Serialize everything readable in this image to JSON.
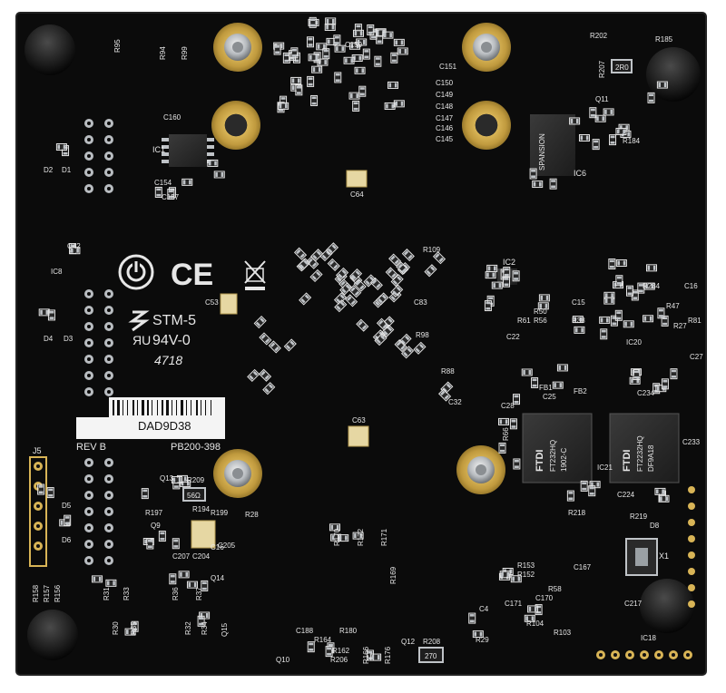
{
  "board": {
    "color": "#0b0b0b",
    "silk_color": "#e6e6e6",
    "pad_color": "#c9a64a",
    "solder_color": "#bfc3c7"
  },
  "markings": {
    "stm_text": "STM-5",
    "ul_text": "94V-0",
    "date_code": "4718",
    "ce": "CE",
    "rev": "REV B",
    "pcb_id": "PB200-398",
    "barcode_id": "DAD9D38",
    "j5": "J5"
  },
  "chips": {
    "spansion": "SPANSION",
    "ftdi1": "FTDI",
    "ftdi2": "FTDI",
    "ftdi1_part": "FT232HQ",
    "ftdi2_part": "FT2232HQ",
    "ftdi1_code": "1902-C",
    "ftdi2_code": "DF9A18",
    "ic1": "IC1",
    "ic2": "IC2",
    "ic6": "IC6",
    "ic8": "IC8",
    "ic18": "IC18",
    "ic20": "IC20",
    "ic21": "IC21"
  },
  "labels": {
    "r95": "R95",
    "r94": "R94",
    "r99": "R99",
    "c160": "C160",
    "c159": "C159",
    "c151": "C151",
    "c150": "C150",
    "c149": "C149",
    "c148": "C148",
    "c147": "C147",
    "c146": "C146",
    "c145": "C145",
    "c154": "C154",
    "c157": "C157",
    "c64": "C64",
    "c53": "C53",
    "c42": "C42",
    "c63": "C63",
    "c15": "C15",
    "c16": "C16",
    "c22": "C22",
    "c32": "C32",
    "c83": "C83",
    "r202": "R202",
    "r185": "R185",
    "r207": "R207",
    "r184": "R184",
    "r109": "R109",
    "r234": "R234",
    "r218": "R218",
    "r219": "R219",
    "r209": "R209",
    "r194": "R194",
    "r197": "R197",
    "r199": "R199",
    "r28": "R28",
    "r170": "R170",
    "r171": "R171",
    "r172": "R172",
    "r169": "R169",
    "r153": "R153",
    "r152": "R152",
    "r58": "R58",
    "r104": "R104",
    "r103": "R103",
    "r208": "R208",
    "r180": "R180",
    "r162": "R162",
    "r164": "R164",
    "r206": "R206",
    "r166": "R166",
    "r176": "R176",
    "r30": "R30",
    "r35": "R35",
    "r32": "R32",
    "r34": "R34",
    "r33": "R33",
    "r36": "R36",
    "r37": "R37",
    "r31": "R31",
    "r29": "R29",
    "r158": "R158",
    "r157": "R157",
    "r156": "R156",
    "c188": "C188",
    "c167": "C167",
    "c171": "C171",
    "c170": "C170",
    "c4": "C4",
    "c205": "C205",
    "c207": "C207",
    "c204": "C204",
    "c16b": "C16",
    "c217": "C217",
    "c224": "C224",
    "c28": "C28",
    "c25": "C25",
    "c27": "C27",
    "c233": "C233",
    "c234": "C234",
    "d1": "D1",
    "d2": "D2",
    "d3": "D3",
    "d4": "D4",
    "d5": "D5",
    "d6": "D6",
    "d8": "D8",
    "q9": "Q9",
    "q10": "Q10",
    "q11": "Q11",
    "q12": "Q12",
    "q13": "Q13",
    "q14": "Q14",
    "q15": "Q15",
    "x1": "X1",
    "fb1": "FB1",
    "fb2": "FB2",
    "r50": "R50",
    "r61": "R61",
    "r56": "R56",
    "r38": "R38",
    "r81": "R81",
    "r27": "R27",
    "r47": "R47",
    "r88": "R88",
    "r98": "R98",
    "r66": "R66"
  },
  "smd_codes": {
    "r207_code": "2R0",
    "r208_code": "270",
    "r209_code": "56Ω"
  }
}
